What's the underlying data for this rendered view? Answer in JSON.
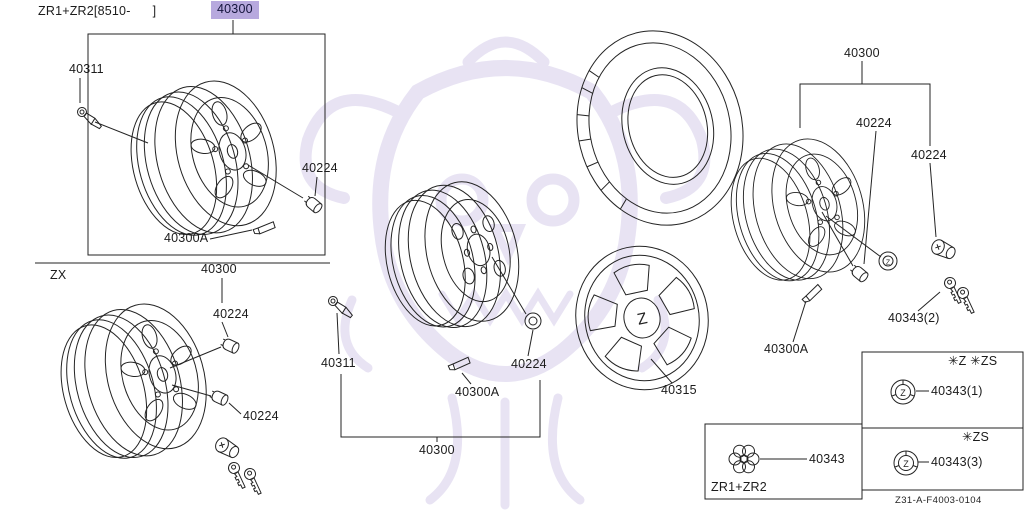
{
  "diagram": {
    "code": "Z31-A-F4003-0104",
    "logo_letter": "Z"
  },
  "colors": {
    "highlight": "#b7a9de",
    "watermark": "#cdc3e6",
    "line": "#232323"
  },
  "groups": {
    "top_left": {
      "variant": "ZR1+ZR2[8510-      ]",
      "main": "40300",
      "valve": "40311",
      "nut": "40224",
      "weight": "40300A"
    },
    "zx": {
      "variant": "ZX",
      "main": "40300",
      "nut_upper": "40224",
      "nut_lower": "40224"
    },
    "steel": {
      "valve": "40311",
      "nut": "40224",
      "weight": "40300A",
      "main": "40300"
    },
    "cover": {
      "part": "40315"
    },
    "right": {
      "main": "40300",
      "nut_a": "40224",
      "nut_b": "40224",
      "weight": "40300A",
      "lock_set": "40343(2)"
    },
    "cap_boxes": {
      "z_zs": {
        "variant": "✳Z ✳ZS",
        "part": "40343(1)"
      },
      "zs": {
        "variant": "✳ZS",
        "part": "40343(3)"
      },
      "zr": {
        "variant": "ZR1+ZR2",
        "part": "40343"
      }
    }
  }
}
